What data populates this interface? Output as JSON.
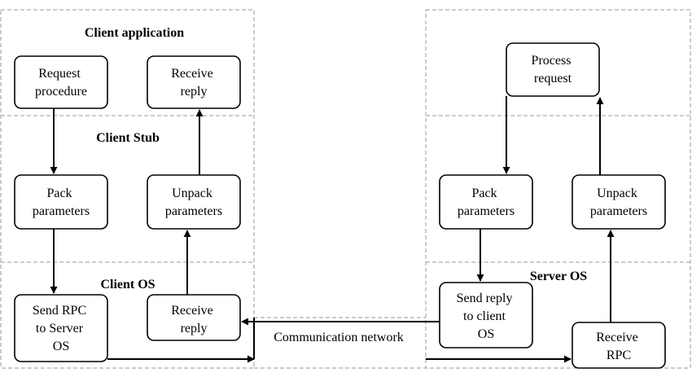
{
  "client": {
    "sections": {
      "application": "Client application",
      "stub": "Client Stub",
      "os": "Client OS"
    },
    "boxes": {
      "request_procedure": [
        "Request",
        "procedure"
      ],
      "receive_reply_app": [
        "Receive",
        "reply"
      ],
      "pack_parameters": [
        "Pack",
        "parameters"
      ],
      "unpack_parameters": [
        "Unpack",
        "parameters"
      ],
      "send_rpc": [
        "Send RPC",
        "to Server",
        "OS"
      ],
      "receive_reply_os": [
        "Receive",
        "reply"
      ]
    }
  },
  "server": {
    "sections": {
      "os": "Server OS"
    },
    "boxes": {
      "process_request": [
        "Process",
        "request"
      ],
      "pack_parameters": [
        "Pack",
        "parameters"
      ],
      "unpack_parameters": [
        "Unpack",
        "parameters"
      ],
      "send_reply": [
        "Send reply",
        "to client",
        "OS"
      ],
      "receive_rpc": [
        "Receive",
        "RPC"
      ]
    }
  },
  "network": {
    "label": "Communication network"
  }
}
